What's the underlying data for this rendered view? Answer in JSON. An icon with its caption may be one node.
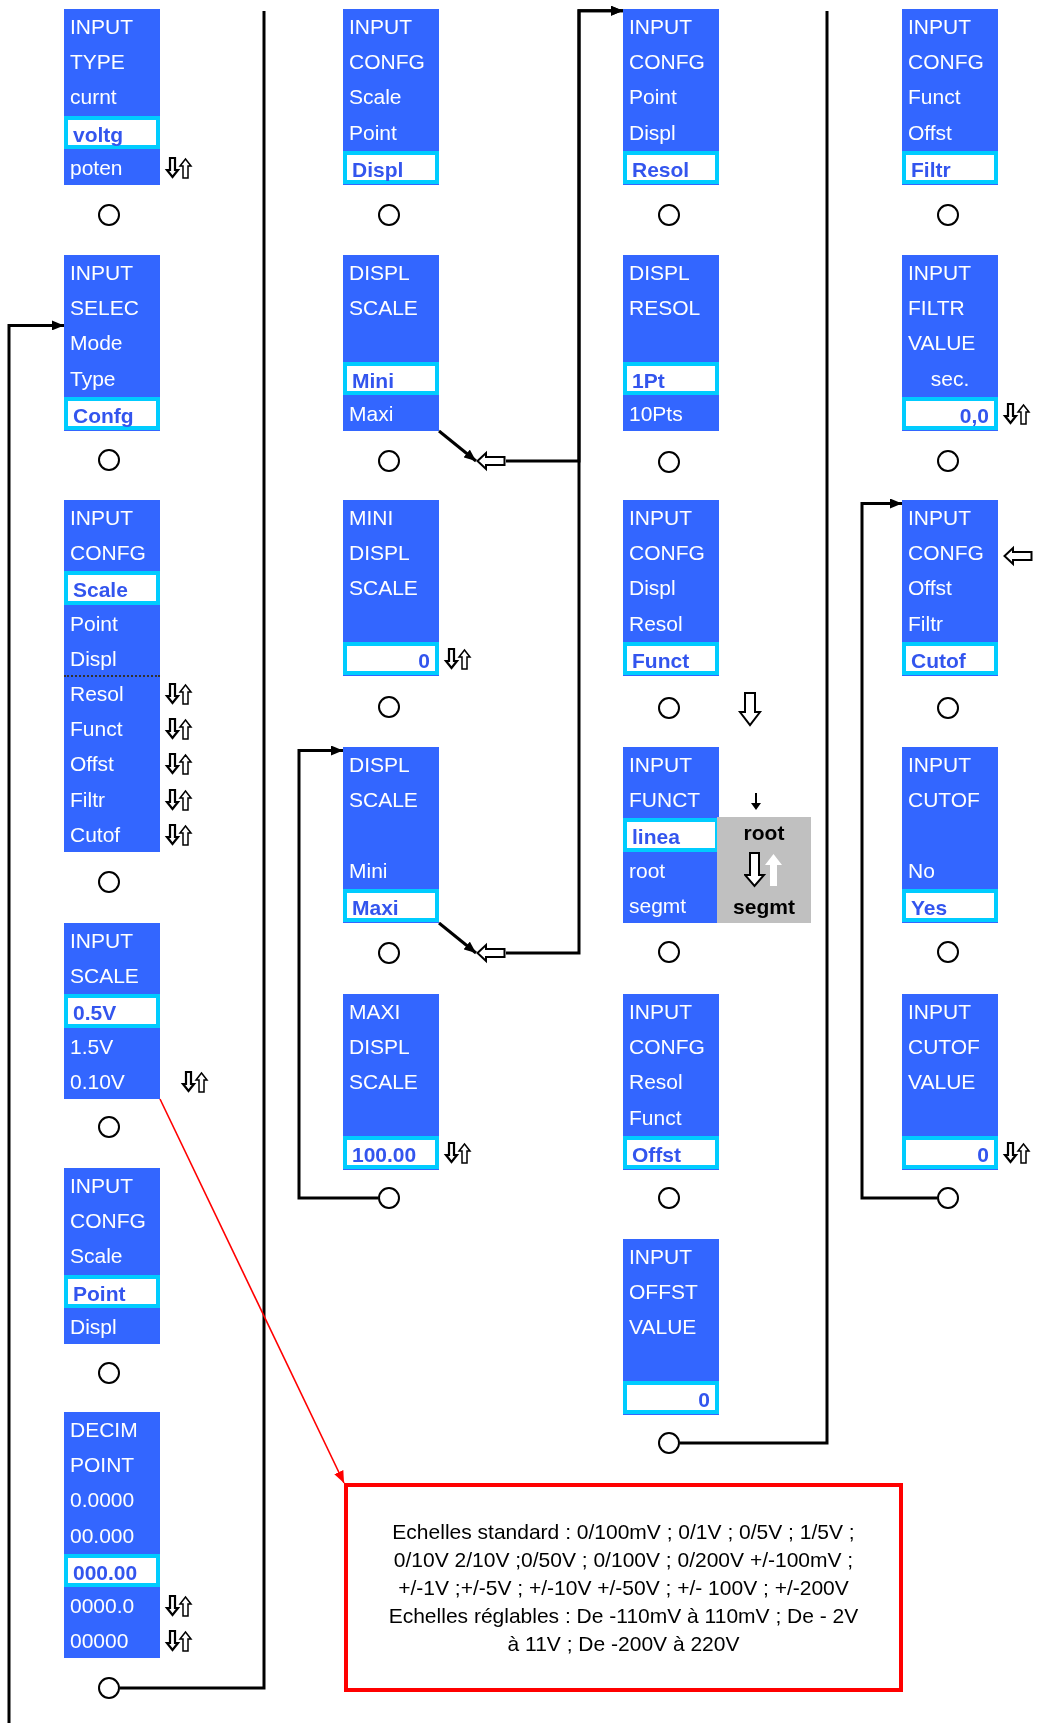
{
  "diagram": {
    "nodes": [
      {
        "text": [
          "INPUT",
          "TYPE",
          "curnt",
          "poten"
        ]
      },
      {
        "text": [
          "voltg"
        ],
        "in": 0
      },
      {
        "text": [],
        "shape": "circle"
      },
      {
        "text": [
          "INPUT",
          "SELEC",
          "Mode",
          "Type"
        ]
      },
      {
        "text": [
          "Confg"
        ],
        "in": 3
      },
      {
        "text": [],
        "shape": "circle"
      },
      {
        "text": [
          "INPUT",
          "CONFG",
          "Point",
          "Displ",
          "Resol",
          "Funct",
          "Offst",
          "Filtr",
          "Cutof"
        ]
      },
      {
        "text": [
          "Scale"
        ],
        "in": 6
      },
      {
        "text": [],
        "shape": "circle"
      },
      {
        "text": [
          "INPUT",
          "SCALE",
          "1.5V",
          "0.10V"
        ]
      },
      {
        "text": [
          "0.5V"
        ],
        "in": 9
      },
      {
        "text": [],
        "shape": "circle"
      },
      {
        "text": [
          "INPUT",
          "CONFG",
          "Scale",
          "Displ"
        ]
      },
      {
        "text": [
          "Point"
        ],
        "in": 12
      },
      {
        "text": [],
        "shape": "circle"
      },
      {
        "text": [
          "DECIM",
          "POINT",
          "0.0000",
          "00.000",
          "0000.0",
          "00000"
        ]
      },
      {
        "text": [
          "000.00"
        ],
        "in": 15
      },
      {
        "text": [],
        "shape": "circle"
      },
      {
        "text": [
          "INPUT",
          "CONFG",
          "Scale",
          "Point"
        ]
      },
      {
        "text": [
          "Displ"
        ],
        "in": 18
      },
      {
        "text": [],
        "shape": "circle"
      },
      {
        "text": [
          "DISPL",
          "SCALE",
          "Maxi"
        ]
      },
      {
        "text": [
          "Mini"
        ],
        "in": 21
      },
      {
        "text": [],
        "shape": "circle"
      },
      {
        "text": [],
        "shape": "arrow"
      },
      {
        "text": [
          "MINI",
          "DISPL",
          "SCALE"
        ]
      },
      {
        "text": [
          "0"
        ],
        "in": 25
      },
      {
        "text": [],
        "shape": "circle"
      },
      {
        "text": [
          "DISPL",
          "SCALE",
          "Mini"
        ]
      },
      {
        "text": [
          "Maxi"
        ],
        "in": 28
      },
      {
        "text": [],
        "shape": "circle"
      },
      {
        "text": [],
        "shape": "arrow"
      },
      {
        "text": [
          "MAXI",
          "DISPL",
          "SCALE"
        ]
      },
      {
        "text": [
          "100.00"
        ],
        "in": 32
      },
      {
        "text": [],
        "shape": "circle"
      },
      {
        "text": [
          "INPUT",
          "CONFG",
          "Point",
          "Displ"
        ]
      },
      {
        "text": [
          "Resol"
        ],
        "in": 35
      },
      {
        "text": [],
        "shape": "circle"
      },
      {
        "text": [
          "DISPL",
          "RESOL",
          "10Pts"
        ]
      },
      {
        "text": [
          "1Pt"
        ],
        "in": 38
      },
      {
        "text": [],
        "shape": "circle"
      },
      {
        "text": [
          "INPUT",
          "CONFG",
          "Displ",
          "Resol"
        ]
      },
      {
        "text": [
          "Funct"
        ],
        "in": 41
      },
      {
        "text": [],
        "shape": "circle"
      },
      {
        "text": [
          "INPUT",
          "FUNCT",
          "root",
          "segmt"
        ]
      },
      {
        "text": [
          "linea"
        ],
        "in": 44
      },
      {
        "text": [
          "root",
          "segmt"
        ]
      },
      {
        "text": [],
        "shape": "circle"
      },
      {
        "text": [
          "INPUT",
          "CONFG",
          "Resol",
          "Funct"
        ]
      },
      {
        "text": [
          "Offst"
        ],
        "in": 48
      },
      {
        "text": [],
        "shape": "circle"
      },
      {
        "text": [
          "INPUT",
          "OFFST",
          "VALUE"
        ]
      },
      {
        "text": [
          "0"
        ],
        "in": 51
      },
      {
        "text": [],
        "shape": "circle"
      },
      {
        "text": [
          "INPUT",
          "CONFG",
          "Funct",
          "Offst"
        ]
      },
      {
        "text": [
          "Filtr"
        ],
        "in": 54
      },
      {
        "text": [],
        "shape": "circle"
      },
      {
        "text": [
          "INPUT",
          "FILTR",
          "VALUE",
          "sec."
        ]
      },
      {
        "text": [
          "0,0"
        ],
        "in": 57
      },
      {
        "text": [],
        "shape": "circle"
      },
      {
        "text": [
          "INPUT",
          "CONFG",
          "Offst",
          "Filtr"
        ]
      },
      {
        "text": [
          "Cutof"
        ],
        "in": 60
      },
      {
        "text": [],
        "shape": "circle"
      },
      {
        "text": [
          "INPUT",
          "CUTOF",
          "No"
        ]
      },
      {
        "text": [
          "Yes"
        ],
        "in": 63
      },
      {
        "text": [],
        "shape": "circle"
      },
      {
        "text": [
          "INPUT",
          "CUTOF",
          "VALUE"
        ]
      },
      {
        "text": [
          "0"
        ],
        "in": 66
      },
      {
        "text": [],
        "shape": "circle"
      },
      {
        "text": [
          "Echelles standard : 0/100mV ; 0/1V ; 0/5V ; 1/5V ; 0/10V 2/10V ;0/50V ; 0/100V ; 0/200V +/-100mV ; +/-1V ;+/-5V ; +/-10V +/-50V ; +/- 100V ; +/-200V",
          "Echelles réglables : De -110mV à 110mV ; De - 2V à 11V ; De -200V à 220V"
        ]
      }
    ],
    "edges": [
      {
        "from": null,
        "to": 3,
        "arrow": "to"
      },
      {
        "from": 17,
        "to": null,
        "arrow": "none"
      },
      {
        "from": 21,
        "to": 24,
        "arrow": "to"
      },
      {
        "from": 28,
        "to": 31,
        "arrow": "to"
      },
      {
        "from": 24,
        "to": 35,
        "arrow": "to"
      },
      {
        "from": 31,
        "to": 35,
        "arrow": "to"
      },
      {
        "from": 34,
        "to": 28,
        "arrow": "to"
      },
      {
        "from": 53,
        "to": null,
        "arrow": "none"
      },
      {
        "from": 68,
        "to": 60,
        "arrow": "to"
      },
      {
        "from": 9,
        "to": 69,
        "arrow": "to",
        "color": "#ff0000"
      }
    ]
  }
}
